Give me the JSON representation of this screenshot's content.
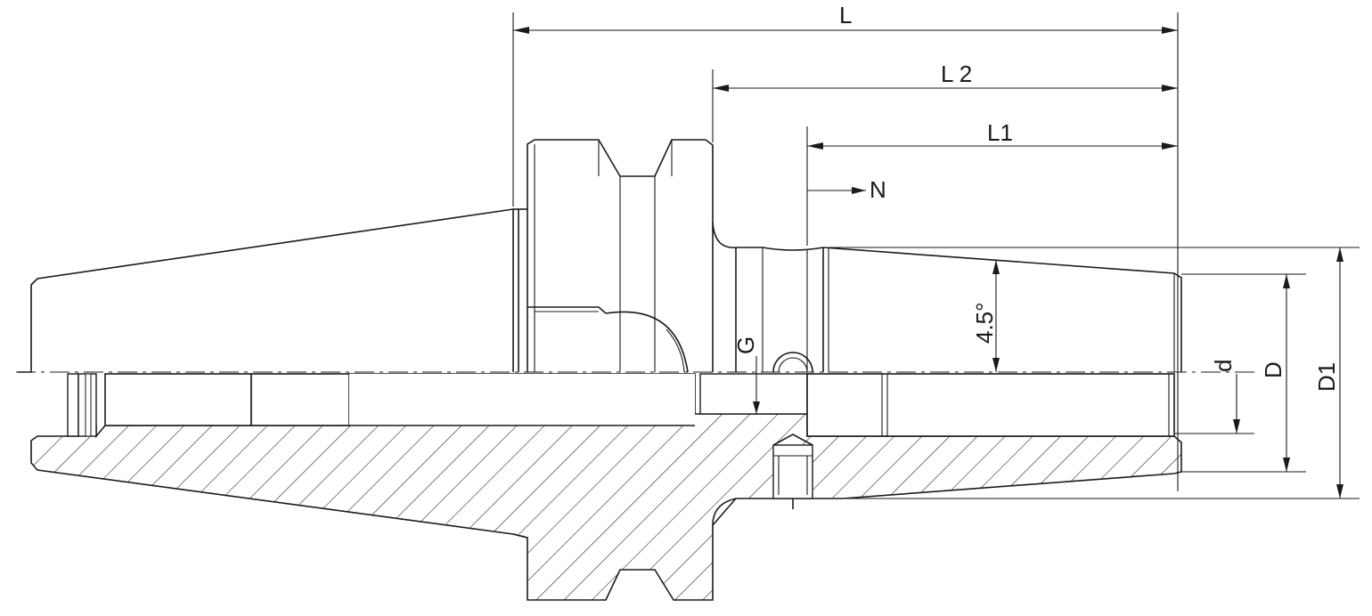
{
  "dimensions": {
    "L": "L",
    "L2": "L 2",
    "L1": "L1",
    "N": "N",
    "G": "G",
    "d": "d",
    "D": "D",
    "D1": "D1",
    "angle": "4.5°"
  }
}
